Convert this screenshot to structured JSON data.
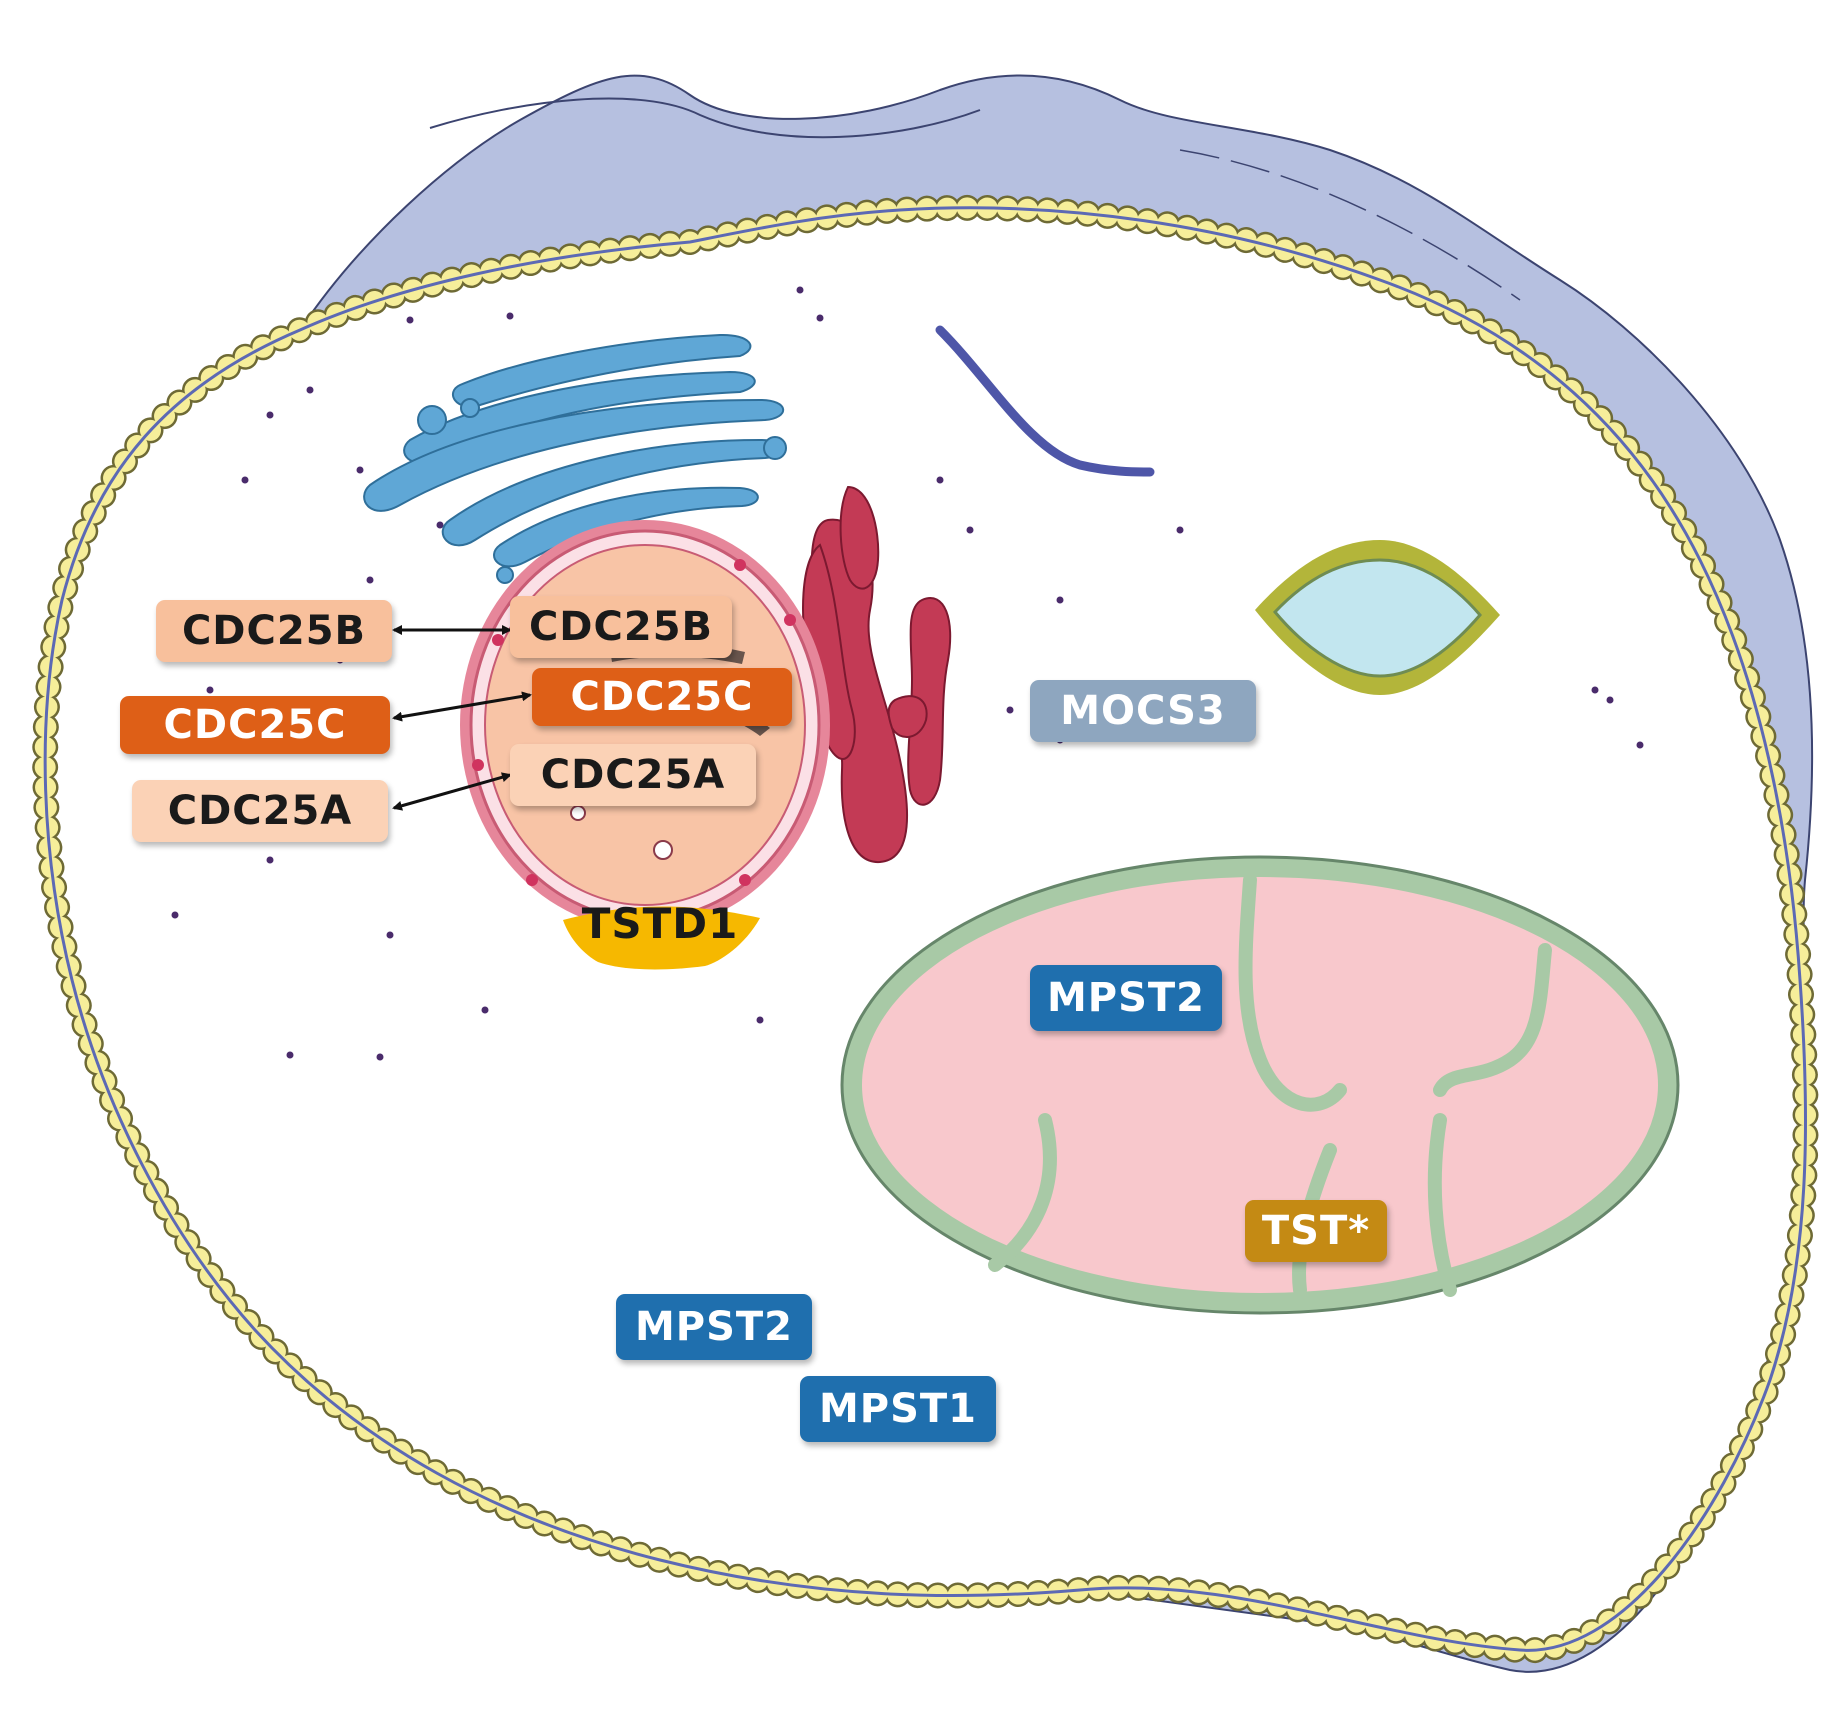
{
  "labels": {
    "cyto_cdc25b": "CDC25B",
    "nuc_cdc25b": "CDC25B",
    "cyto_cdc25c": "CDC25C",
    "nuc_cdc25c": "CDC25C",
    "cyto_cdc25a": "CDC25A",
    "nuc_cdc25a": "CDC25A",
    "tstd1": "TSTD1",
    "mocs3": "MOCS3",
    "mito_mpst2": "MPST2",
    "tst": "TST*",
    "cyto_mpst2": "MPST2",
    "cyto_mpst1": "MPST1"
  },
  "colors": {
    "cytoplasm_fill": "#b6c0e0",
    "membrane_bead": "#f6ee9a",
    "membrane_band": "#5c69b4",
    "golgi": "#5fa7d6",
    "er": "#c33a55",
    "nucleus_fill": "#f8c4a6",
    "nuclear_envelope": "#e6869a",
    "mitochondrion_fill": "#f8c8cc",
    "mitochondrion_membrane": "#a8c9a6",
    "vesicle_fill": "#c2e6ef",
    "tstd1_patch": "#f6b800",
    "label_peach": "#f8c09c",
    "label_orange": "#de5f17",
    "label_blue": "#1f6fae",
    "label_grey": "#8ea6bf",
    "label_gold": "#c48a14"
  }
}
